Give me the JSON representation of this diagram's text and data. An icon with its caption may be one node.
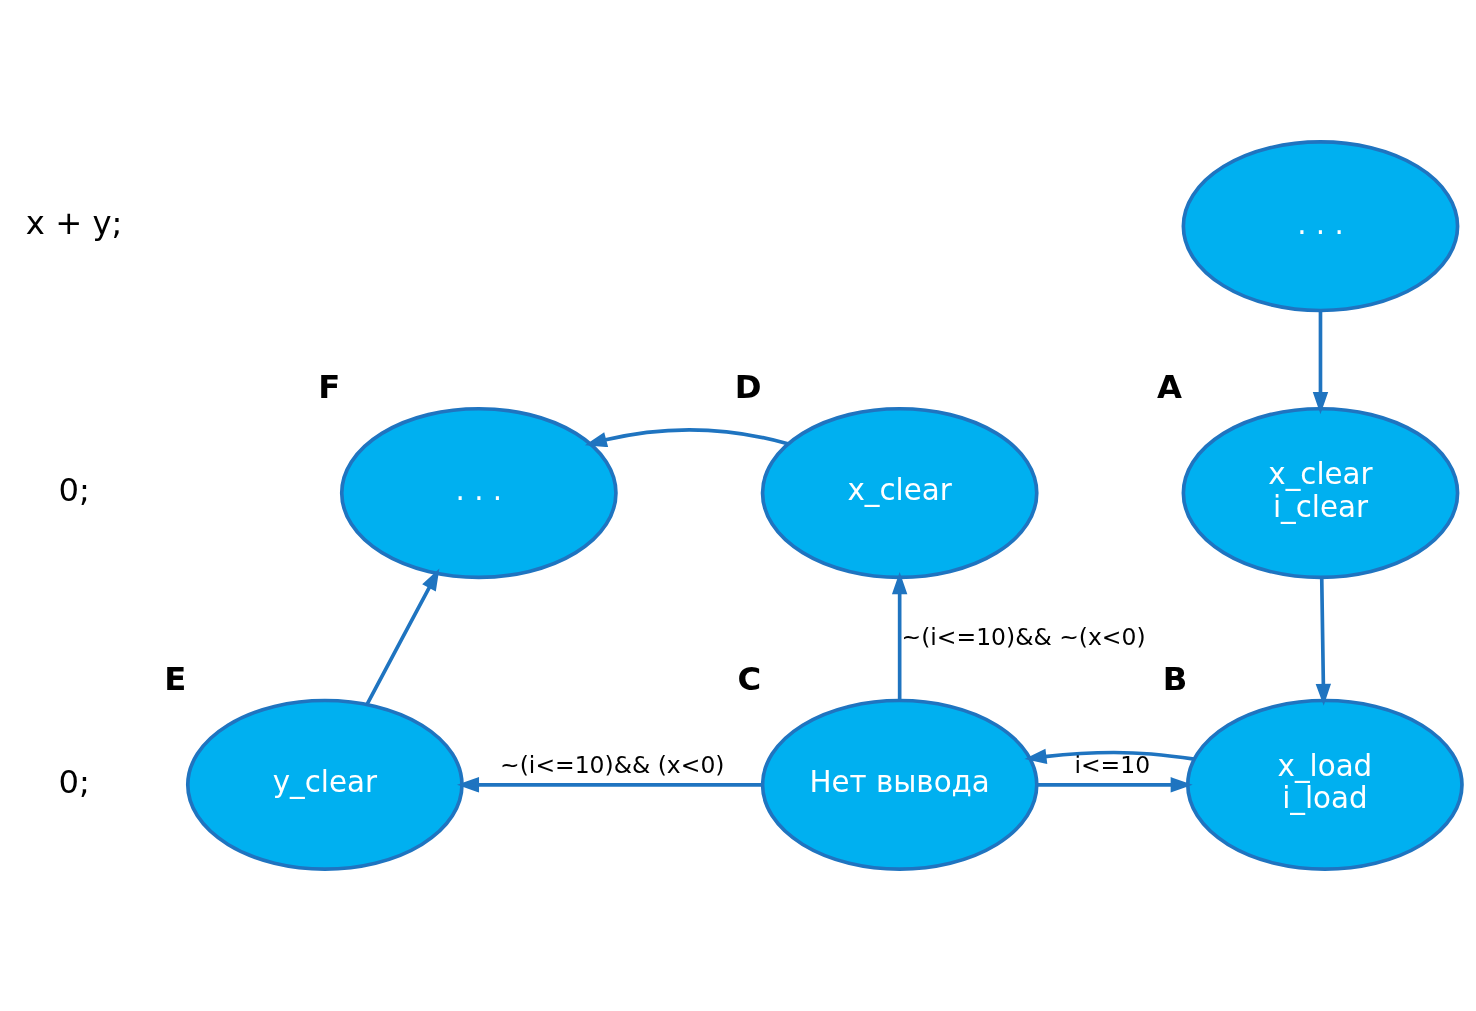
{
  "diagram": {
    "nodes": [
      {
        "text": [
          ". . ."
        ]
      },
      {
        "text": [
          "x_clear",
          "i_clear"
        ],
        "beside": [
          "A"
        ]
      },
      {
        "text": [
          ". . ."
        ],
        "beside": [
          "F"
        ]
      },
      {
        "text": [
          "x_clear"
        ],
        "beside": [
          "D"
        ]
      },
      {
        "text": [
          "y_clear"
        ],
        "beside": [
          "E"
        ]
      },
      {
        "text": [
          "Нет вывода"
        ],
        "beside": [
          "C"
        ]
      },
      {
        "text": [
          "x_load",
          "i_load"
        ],
        "beside": [
          "B"
        ]
      }
    ],
    "edges": [
      {
        "from": 0,
        "to": 1,
        "arrow": "to"
      },
      {
        "from": 1,
        "to": 6,
        "arrow": "to"
      },
      {
        "from": 6,
        "to": 5,
        "arrow": "to"
      },
      {
        "from": 5,
        "to": 6,
        "arrow": "to",
        "label": "i<=10"
      },
      {
        "from": 5,
        "to": 3,
        "arrow": "to",
        "label": "~(i<=10)&& ~(x<0)"
      },
      {
        "from": 5,
        "to": 4,
        "arrow": "to",
        "label": "~(i<=10)&& (x<0)"
      },
      {
        "from": 4,
        "to": 2,
        "arrow": "to"
      },
      {
        "from": 3,
        "to": 2,
        "arrow": "to"
      }
    ],
    "labels": [
      "x + y;",
      "0;",
      "0;"
    ]
  }
}
